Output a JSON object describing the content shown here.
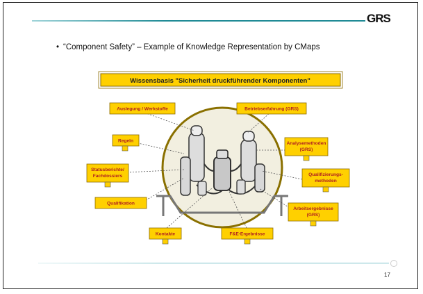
{
  "slide": {
    "logo_text": "GRS",
    "bullet": "“Component Safety” – Example of Knowledge Representation by CMaps",
    "page_number": "17"
  },
  "diagram": {
    "title": "Wissensbasis \"Sicherheit druckführender Komponenten\"",
    "nodes": [
      {
        "label": "Auslegung / Werkstoffe"
      },
      {
        "label": "Betriebserfahrung (GRS)"
      },
      {
        "label": "Regeln"
      },
      {
        "label": "Analysemethoden"
      },
      {
        "label": "(GRS)"
      },
      {
        "label": "Statusberichte/"
      },
      {
        "label": "Fachdossiers"
      },
      {
        "label": "Qualifizierungs-"
      },
      {
        "label": "methoden"
      },
      {
        "label": "Qualifikation"
      },
      {
        "label": "Arbeitsergebnisse"
      },
      {
        "label": "(GRS)"
      },
      {
        "label": "Kontakte"
      },
      {
        "label": "F&E-Ergebnisse"
      }
    ],
    "colors": {
      "box_fill": "#ffd000",
      "box_border": "#8a6a00",
      "text": "#b02020",
      "frame": "#8a7000"
    }
  }
}
